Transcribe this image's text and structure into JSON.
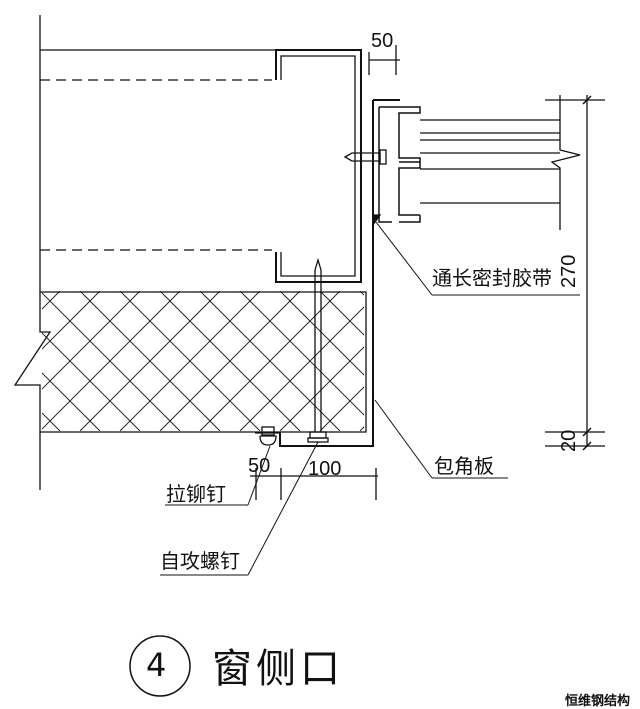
{
  "labels": {
    "sealant_tape": "通长密封胶带",
    "corner_plate": "包角板",
    "rivet": "拉铆钉",
    "self_tapping_screw": "自攻螺钉"
  },
  "dimensions": {
    "top_gap": "50",
    "height_main": "270",
    "height_small": "20",
    "bottom_left": "50",
    "bottom_right": "100"
  },
  "title": {
    "number": "4",
    "text": "窗侧口"
  },
  "watermark": "恒维钢结构"
}
